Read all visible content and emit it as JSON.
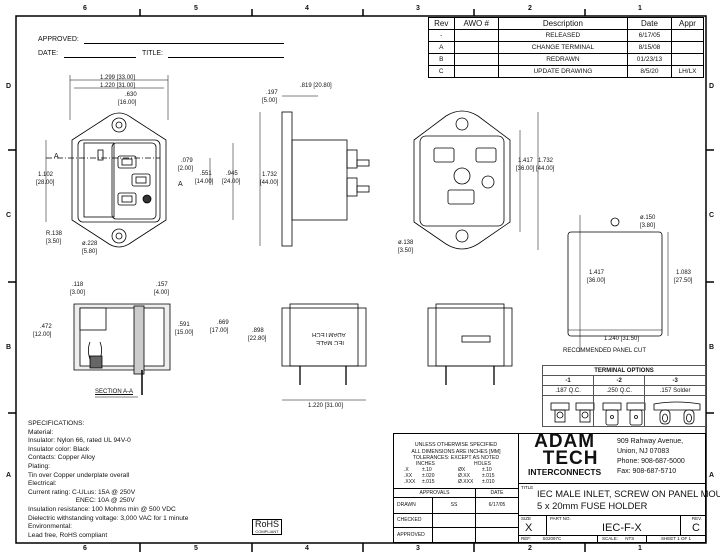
{
  "zones": {
    "columns": [
      "6",
      "5",
      "4",
      "3",
      "2",
      "1"
    ],
    "rows": [
      "D",
      "C",
      "B",
      "A"
    ]
  },
  "header": {
    "approved_label": "APPROVED:",
    "date_label": "DATE:",
    "title_label": "TITLE:"
  },
  "revisions": {
    "headers": [
      "Rev",
      "AWO #",
      "Description",
      "Date",
      "Appr"
    ],
    "rows": [
      {
        "rev": "-",
        "awo": "",
        "description": "RELEASED",
        "date": "6/17/05",
        "appr": ""
      },
      {
        "rev": "A",
        "awo": "",
        "description": "CHANGE TERMINAL",
        "date": "8/15/08",
        "appr": ""
      },
      {
        "rev": "B",
        "awo": "",
        "description": "REDRAWN",
        "date": "01/23/13",
        "appr": ""
      },
      {
        "rev": "C",
        "awo": "",
        "description": "UPDATE DRAWING",
        "date": "8/5/20",
        "appr": "LH/LX"
      }
    ]
  },
  "dims": {
    "front_w1": "1.299 [33.00]",
    "front_w2": "1.220 [31.00]",
    "front_fuse_w": ".630",
    "front_fuse_wmm": "[16.00]",
    "front_h": "1.102",
    "front_hmm": "[28.00]",
    "front_079": ".079",
    "front_079mm": "[2.00]",
    "front_551": ".551",
    "front_551mm": "[14.00]",
    "front_945": ".945",
    "front_945mm": "[24.00]",
    "front_r": "R.138",
    "front_rmm": "[3.50]",
    "front_hole": "ø.228",
    "front_holemm": "[5.80]",
    "section_marker": "A",
    "side_197": ".197",
    "side_197mm": "[5.00]",
    "side_819": ".819 [20.80]",
    "side_1732": "1.732",
    "side_1732mm": "[44.00]",
    "rear_1417": "1.417",
    "rear_1417mm": "[36.00]",
    "rear_1732": "1.732",
    "rear_1732mm": "[44.00]",
    "rear_hole": "ø.138",
    "rear_holemm": "[3.50]",
    "cut_hole": "ø.150",
    "cut_holemm": "[3.80]",
    "cut_1417": "1.417",
    "cut_1417mm": "[36.00]",
    "cut_1083": "1.083",
    "cut_1083mm": "[27.50]",
    "cut_1240": "1.240 [31.50]",
    "cut_label": "RECOMMENDED PANEL CUT",
    "sec_118": ".118",
    "sec_118mm": "[3.00]",
    "sec_157": ".157",
    "sec_157mm": "[4.00]",
    "sec_472": ".472",
    "sec_472mm": "[12.00]",
    "sec_591": ".591",
    "sec_591mm": "[15.00]",
    "sec_669": ".669",
    "sec_669mm": "[17.00]",
    "sec_898": ".898",
    "sec_898mm": "[22.80]",
    "section_label": "SECTION A-A",
    "bottom_1220": "1.220 [31.00]",
    "label_text_1": "IEC MALE",
    "label_text_2": "ADAMTECH"
  },
  "terminal_options": {
    "title": "TERMINAL OPTIONS",
    "options": [
      {
        "code": "-1",
        "type": ".187 Q.C."
      },
      {
        "code": "-2",
        "type": ".250 Q.C."
      },
      {
        "code": "-3",
        "type": ".157 Solder"
      }
    ]
  },
  "specifications": {
    "lines": [
      "SPECIFICATIONS:",
      "Material:",
      "Insulator: Nylon 66, rated UL 94V-0",
      "Insulator color: Black",
      "Contacts: Copper Alloy",
      "Plating:",
      "Tin over Copper underplate overall",
      "Electrical:",
      "Current rating: C-ULus: 15A @ 250V",
      "                          ENEC: 10A @ 250V",
      "Insulation resistance: 100 Mohms min @ 500 VDC",
      "Dielectric withstanding voltage: 3,000 VAC for 1 minute",
      "Environmental:",
      "Lead free, RoHS compliant"
    ],
    "rohs": "RoHS",
    "rohs_sub": "COMPLIANT"
  },
  "title_block": {
    "tolerance_lines": [
      "UNLESS OTHERWISE SPECIFIED",
      "ALL DIMENSIONS ARE INCHES [MM]",
      "TOLERANCES: EXCEPT AS NOTED"
    ],
    "inches_label": "INCHES",
    "holes_label": "HOLES",
    "tolerances": [
      {
        "inch": ".X",
        "inch_tol": "±.10",
        "hole": "ØX",
        "hole_tol": "±.10"
      },
      {
        "inch": ".XX",
        "inch_tol": "±.020",
        "hole": "Ø.XX",
        "hole_tol": "±.015"
      },
      {
        "inch": ".XXX",
        "inch_tol": "±.015",
        "hole": "Ø.XXX",
        "hole_tol": "±.010"
      }
    ],
    "approvals_label": "APPROVALS",
    "date_label": "DATE",
    "drawn_label": "DRAWN",
    "drawn_by": "SS",
    "drawn_date": "6/17/05",
    "checked_label": "CHECKED",
    "approved_label": "APPROVED",
    "logo_line1": "ADAM",
    "logo_line2": "TECH",
    "logo_line3": "INTERCONNECTS",
    "address": [
      "909 Rahway Avenue,",
      "Union, NJ 07083",
      "Phone: 908-687-5000",
      "Fax: 908-687-5710"
    ],
    "title_label": "TITLE",
    "title_line1": "IEC MALE INLET, SCREW ON PANEL MOUNT",
    "title_line2": "5 x 20mm FUSE HOLDER",
    "size_label": "SIZE",
    "size": "X",
    "part_no_label": "PART NO.",
    "part_no": "IEC-F-X",
    "rev_label": "REV.",
    "rev": "C",
    "ref_label": "REF:",
    "ref": "S02097C",
    "scale_label": "SCALE:",
    "scale": "NTS",
    "sheet": "SHEET 1 OF 1"
  }
}
